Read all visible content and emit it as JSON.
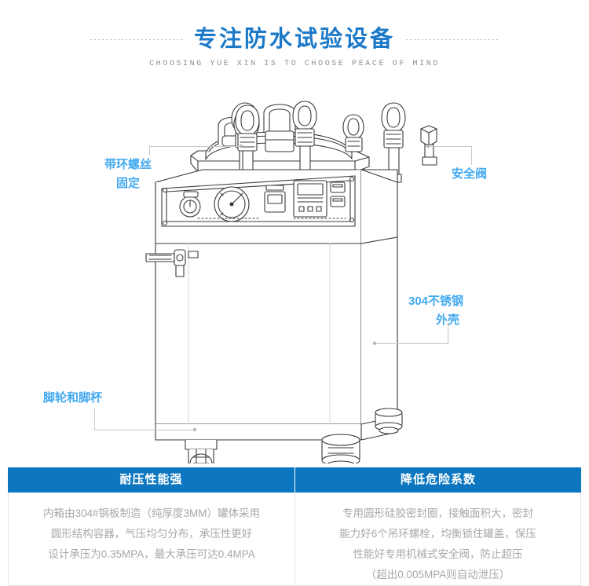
{
  "header": {
    "title": "专注防水试验设备",
    "subtitle": "CHOOSING YUE XIN IS TO CHOOSE PEACE OF MIND",
    "title_color": "#1c79c8",
    "subtitle_color": "#8d8d8d"
  },
  "callouts": {
    "color": "#41a9ef",
    "ring_screw": {
      "line1": "带环螺丝",
      "line2": "固定"
    },
    "safety_valve": {
      "line1": "安全阀",
      "line2": ""
    },
    "stainless": {
      "line1": "304不锈钢",
      "line2": "外壳"
    },
    "caster": {
      "line1": "脚轮和脚杯",
      "line2": ""
    }
  },
  "illustration": {
    "alt": "立式压力防水试验箱线稿图",
    "parts": [
      "ring-screw-clamps",
      "lid-handle",
      "safety-valve",
      "control-panel",
      "pressure-gauge",
      "drain-valve",
      "stainless-body",
      "caster-wheel",
      "foot-cup"
    ]
  },
  "panels": {
    "header_bg": "#0c77c0",
    "header_color": "#ffffff",
    "body_color": "#a8a8a8",
    "items": [
      {
        "title": "耐压性能强",
        "lines": [
          "内箱由304#钢板制造（纯厚度3MM）罐体采用",
          "圆形结构容器，气压均匀分布，承压性更好",
          "设计承压为0.35MPA，最大承压可达0.4MPA"
        ]
      },
      {
        "title": "降低危险系数",
        "lines": [
          "专用圆形硅胶密封圈，接触面积大，密封",
          "能力好6个吊环螺栓，均衡锁住罐盖，保压",
          "性能好专用机械式安全阀，防止超压",
          "（超出0.005MPA则自动泄压）"
        ]
      }
    ]
  }
}
